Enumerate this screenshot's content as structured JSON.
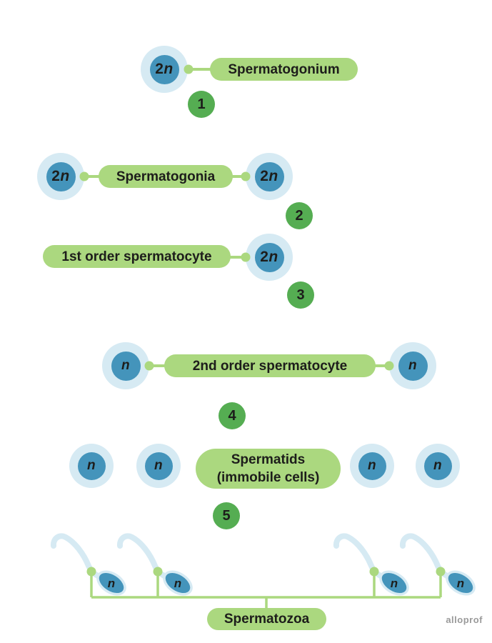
{
  "colors": {
    "cell_outer_blue": "#d6eaf3",
    "cell_inner_blue": "#4494bb",
    "label_pill_green": "#abd87f",
    "step_circle_green": "#55ad52",
    "text_dark": "#1d1d1b",
    "watermark_gray": "#9a9a9a"
  },
  "ploidy": {
    "diploid_prefix": "2",
    "n": "n"
  },
  "stages": {
    "spermatogonium": "Spermatogonium",
    "spermatogonia": "Spermatogonia",
    "first_order_spermatocyte": "1st order spermatocyte",
    "second_order_spermatocyte": "2nd order spermatocyte",
    "spermatids_line1": "Spermatids",
    "spermatids_line2": "(immobile cells)",
    "spermatozoa": "Spermatozoa"
  },
  "steps": {
    "s1": "1",
    "s2": "2",
    "s3": "3",
    "s4": "4",
    "s5": "5"
  },
  "watermark": "alloprof"
}
